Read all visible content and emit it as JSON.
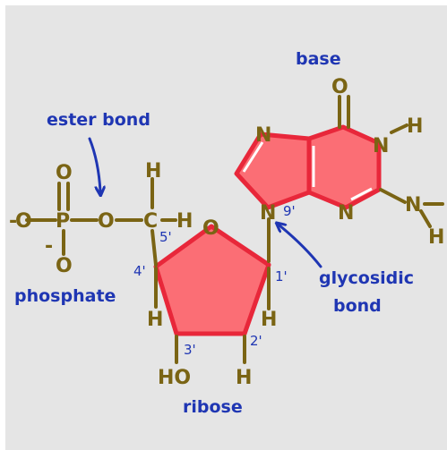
{
  "labels": {
    "ester_bond": "ester bond",
    "base": "base",
    "phosphate": "phosphate",
    "ribose": "ribose",
    "glycosidic_line1": "glycosidic",
    "glycosidic_line2": "bond"
  },
  "atoms": {
    "O": "O",
    "N": "N",
    "H": "H",
    "P": "P",
    "C": "C",
    "HO": "HO",
    "minus": "-"
  },
  "carbon_numbers": {
    "c1": "1'",
    "c2": "2'",
    "c3": "3'",
    "c4": "4'",
    "c5": "5'",
    "n9": "9'"
  },
  "colors": {
    "background": "#e5e5e5",
    "ring_fill": "#fb6e75",
    "ring_stroke": "#e8273a",
    "label": "#1f36b3",
    "bond": "#7a6414"
  }
}
